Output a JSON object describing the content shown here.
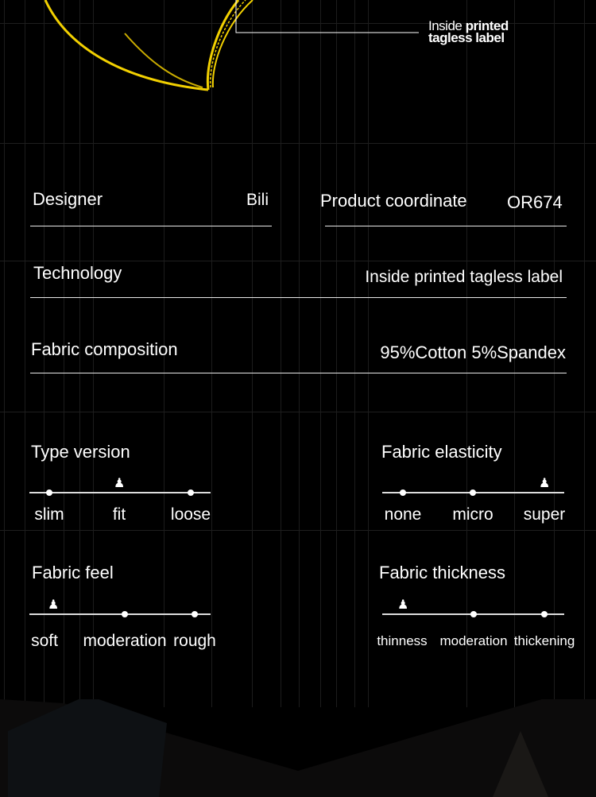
{
  "callout": {
    "line1_light": "Inside",
    "line1_bold": "printed",
    "line2": "tagless label"
  },
  "specs": {
    "designer_label": "Designer",
    "designer_value": "Bili",
    "coordinate_label": "Product coordinate",
    "coordinate_value": "OR674",
    "technology_label": "Technology",
    "technology_value": "Inside printed tagless label",
    "fabric_label": "Fabric composition",
    "fabric_value": "95%Cotton 5%Spandex"
  },
  "scales": [
    {
      "title": "Type version",
      "options": [
        "slim",
        "fit",
        "loose"
      ],
      "selected_index": 1
    },
    {
      "title": "Fabric elasticity",
      "options": [
        "none",
        "micro",
        "super"
      ],
      "selected_index": 2
    },
    {
      "title": "Fabric feel",
      "options": [
        "soft",
        "moderation",
        "rough"
      ],
      "selected_index": 0
    },
    {
      "title": "Fabric thickness",
      "options": [
        "thinness",
        "moderation",
        "thickening"
      ],
      "selected_index": 0
    }
  ],
  "colors": {
    "accent": "#f2d000",
    "background": "#000000"
  }
}
